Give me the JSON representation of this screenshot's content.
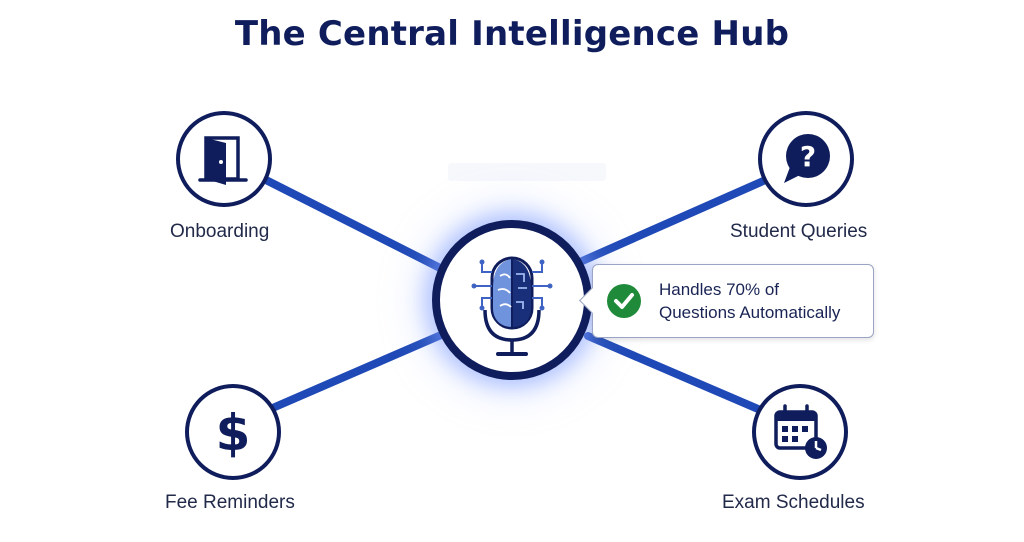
{
  "title": "The Central Intelligence Hub",
  "colors": {
    "navy": "#0f1d5c",
    "line_blue": "#1f49b6",
    "check_green": "#1f8a3a"
  },
  "hub": {
    "icon": "brain-microphone-icon"
  },
  "callout": {
    "line1": "Handles 70% of",
    "line2": "Questions Automatically",
    "icon": "check-icon"
  },
  "nodes": [
    {
      "id": "onboarding",
      "label": "Onboarding",
      "icon": "door-icon"
    },
    {
      "id": "student-queries",
      "label": "Student Queries",
      "icon": "question-bubble-icon"
    },
    {
      "id": "fee-reminders",
      "label": "Fee Reminders",
      "icon": "dollar-icon"
    },
    {
      "id": "exam-schedules",
      "label": "Exam Schedules",
      "icon": "calendar-clock-icon"
    }
  ]
}
